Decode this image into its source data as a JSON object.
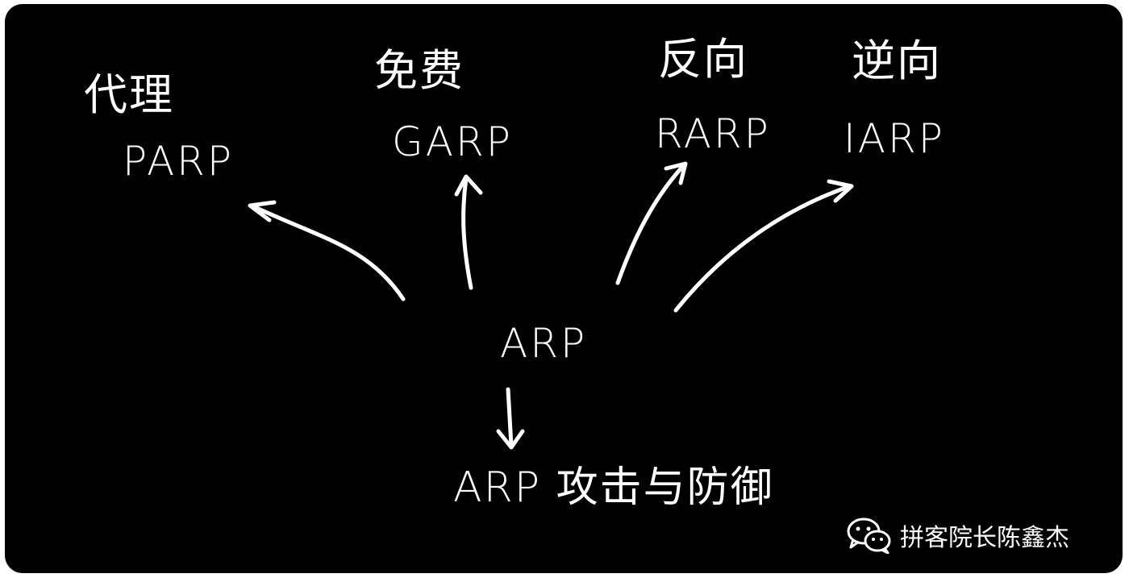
{
  "nodes": {
    "proxy": {
      "zh": "代理",
      "acronym": "PARP"
    },
    "free": {
      "zh": "免费",
      "acronym": "GARP"
    },
    "reverse": {
      "zh": "反向",
      "acronym": "RARP"
    },
    "inverse": {
      "zh": "逆向",
      "acronym": "IARP"
    },
    "center": {
      "acronym": "ARP"
    },
    "attack": {
      "label": "ARP 攻击与防御"
    }
  },
  "watermark": {
    "text": "拼客院长陈鑫杰",
    "icon": "wechat-icon"
  },
  "colors": {
    "background": "#000000",
    "ink": "#ffffff",
    "page": "#ffffff"
  }
}
